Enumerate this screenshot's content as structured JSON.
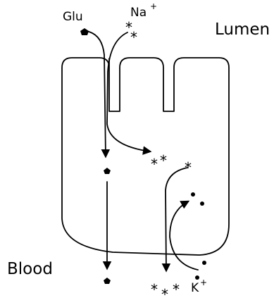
{
  "labels": {
    "glu": "Glu",
    "na": "Na",
    "na_charge": "+",
    "lumen": "Lumen",
    "blood": "Blood",
    "k": "K",
    "k_charge": "+"
  },
  "symbols": {
    "na_ion": "*",
    "k_ion": "•",
    "glucose": "pentagon"
  },
  "colors": {
    "stroke": "#000000",
    "background": "#ffffff"
  }
}
